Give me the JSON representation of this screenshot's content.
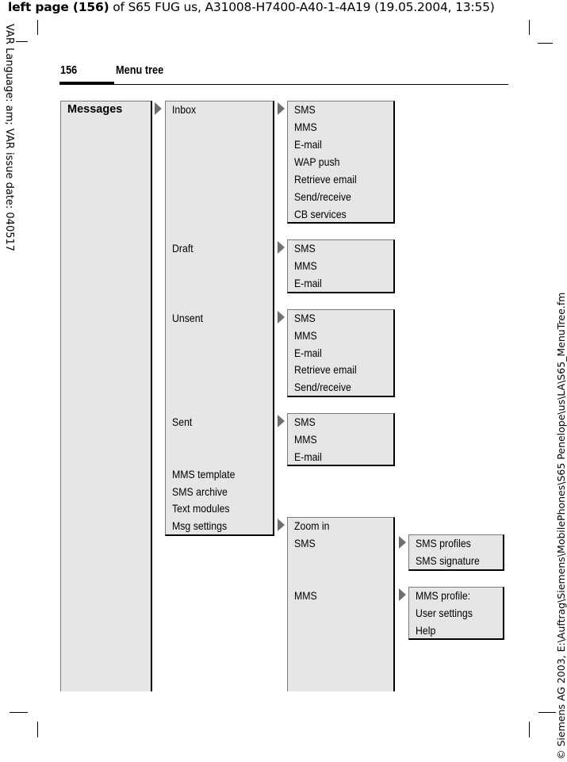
{
  "slug": {
    "bold": "left page (156)",
    "rest": " of S65 FUG us, A31008-H7400-A40-1-4A19 (19.05.2004, 13:55)"
  },
  "side_left": "VAR Language: am; VAR issue date: 040517",
  "side_right": "© Siemens AG 2003, E:\\Auftrag\\Siemens\\MobilePhones\\S65 Penelope\\us\\LA\\S65_MenuTree.fm",
  "header": {
    "page_number": "156",
    "title": "Menu tree"
  },
  "menu": {
    "root": "Messages",
    "level2": [
      "Inbox",
      "Draft",
      "Unsent",
      "Sent",
      "MMS template",
      "SMS archive",
      "Text modules",
      "Msg settings"
    ],
    "inbox": [
      "SMS",
      "MMS",
      "E-mail",
      "WAP push",
      "Retrieve email",
      "Send/receive",
      "CB services"
    ],
    "draft": [
      "SMS",
      "MMS",
      "E-mail"
    ],
    "unsent": [
      "SMS",
      "MMS",
      "E-mail",
      "Retrieve email",
      "Send/receive"
    ],
    "sent": [
      "SMS",
      "MMS",
      "E-mail"
    ],
    "msg_settings": [
      "Zoom in",
      "SMS",
      "MMS"
    ],
    "sms_settings": [
      "SMS profiles",
      "SMS signature"
    ],
    "mms_settings": [
      "MMS profile:",
      "User settings",
      "Help"
    ]
  }
}
